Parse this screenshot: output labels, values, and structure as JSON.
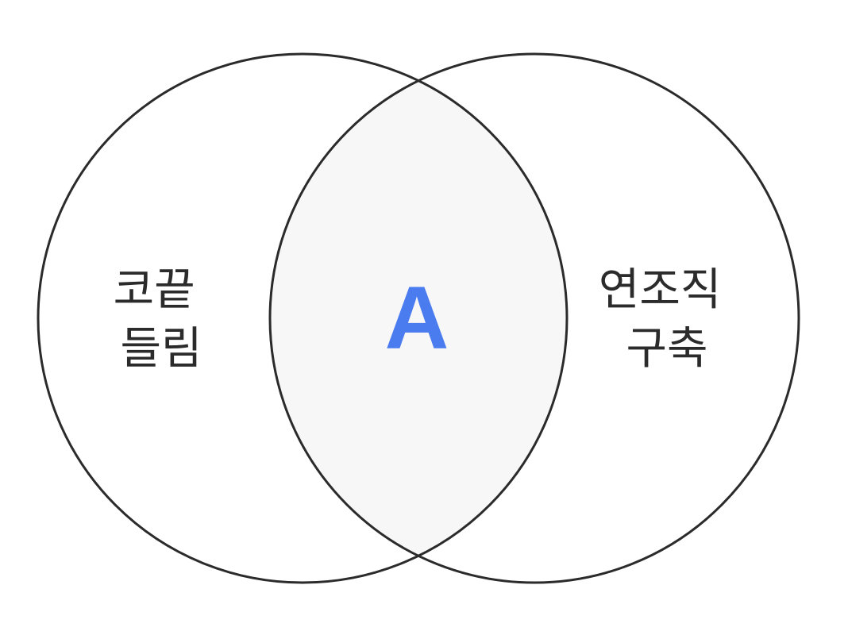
{
  "diagram": {
    "left_set": {
      "label_lines": [
        "코끝",
        "들림"
      ]
    },
    "right_set": {
      "label_lines": [
        "연조직",
        "구축"
      ]
    },
    "intersection": {
      "label": "A"
    }
  },
  "colors": {
    "outline": "#2b2b2b",
    "intersection_fill": "#f7f7f7",
    "background": "#ffffff",
    "label_text": "#2b2b2b",
    "intersection_label": "#4a7cf0"
  }
}
